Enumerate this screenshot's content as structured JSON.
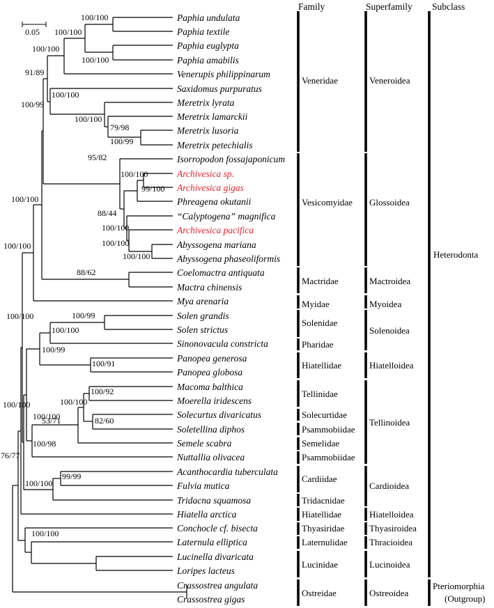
{
  "headers": {
    "family": "Family",
    "superfamily": "Superfamily",
    "subclass": "Subclass"
  },
  "scale_label": "0.05",
  "colors": {
    "highlight": "#e3242b",
    "line": "#000000"
  },
  "taxa": [
    {
      "name": "Paphia undulata",
      "highlight": false
    },
    {
      "name": "Paphia textile",
      "highlight": false
    },
    {
      "name": "Paphia euglypta",
      "highlight": false
    },
    {
      "name": "Paphia amabilis",
      "highlight": false
    },
    {
      "name": "Venerupis philippinarum",
      "highlight": false
    },
    {
      "name": "Saxidomus purpuratus",
      "highlight": false
    },
    {
      "name": "Meretrix lyrata",
      "highlight": false
    },
    {
      "name": "Meretrix lamarckii",
      "highlight": false
    },
    {
      "name": "Meretrix lusoria",
      "highlight": false
    },
    {
      "name": "Meretrix petechialis",
      "highlight": false
    },
    {
      "name": "Isorropodon fossajaponicum",
      "highlight": false
    },
    {
      "name": "Archivesica sp.",
      "highlight": true
    },
    {
      "name": "Archivesica gigas",
      "highlight": true
    },
    {
      "name": "Phreagena okutanii",
      "highlight": false
    },
    {
      "name": "“Calyptogena” magnifica",
      "highlight": false
    },
    {
      "name": "Archivesica pacifica",
      "highlight": true
    },
    {
      "name": "Abyssogena mariana",
      "highlight": false
    },
    {
      "name": "Abyssogena phaseoliformis",
      "highlight": false
    },
    {
      "name": "Coelomactra antiquata",
      "highlight": false
    },
    {
      "name": "Mactra chinensis",
      "highlight": false
    },
    {
      "name": "Mya arenaria",
      "highlight": false
    },
    {
      "name": "Solen grandis",
      "highlight": false
    },
    {
      "name": "Solen strictus",
      "highlight": false
    },
    {
      "name": "Sinonovacula constricta",
      "highlight": false
    },
    {
      "name": "Panopea generosa",
      "highlight": false
    },
    {
      "name": "Panopea globosa",
      "highlight": false
    },
    {
      "name": "Macoma balthica",
      "highlight": false
    },
    {
      "name": "Moerella iridescens",
      "highlight": false
    },
    {
      "name": "Solecurtus divaricatus",
      "highlight": false
    },
    {
      "name": "Soletellina diphos",
      "highlight": false
    },
    {
      "name": "Semele scabra",
      "highlight": false
    },
    {
      "name": "Nuttallia olivacea",
      "highlight": false
    },
    {
      "name": "Acanthocardia tuberculata",
      "highlight": false
    },
    {
      "name": "Fulvia mutica",
      "highlight": false
    },
    {
      "name": "Tridacna squamosa",
      "highlight": false
    },
    {
      "name": "Hiatella arctica",
      "highlight": false
    },
    {
      "name": "Conchocle cf. bisecta",
      "highlight": false
    },
    {
      "name": "Laternula elliptica",
      "highlight": false
    },
    {
      "name": "Lucinella divaricata",
      "highlight": false
    },
    {
      "name": "Loripes lacteus",
      "highlight": false
    },
    {
      "name": "Crassostrea angulata",
      "highlight": false
    },
    {
      "name": "Crassostrea gigas",
      "highlight": false
    }
  ],
  "support_values": [
    "100/100",
    "100/100",
    "100/100",
    "100/100",
    "91/89",
    "100/100",
    "79/98",
    "100/100",
    "100/99",
    "100/99",
    "100/100",
    "99/100",
    "95/82",
    "88/44",
    "100/100",
    "100/100",
    "100/100",
    "100/100",
    "88/62",
    "100/100",
    "100/100",
    "100/99",
    "100/100",
    "100/99",
    "100/91",
    "100/92",
    "100/100",
    "100/100",
    "82/60",
    "53/71",
    "100/98",
    "100/100",
    "76/77",
    "99/99",
    "100/100",
    "100/100"
  ],
  "families": [
    "Veneridae",
    "Vesicomyidae",
    "Mactridae",
    "Myidae",
    "Solenidae",
    "Pharidae",
    "Hiatellidae",
    "Tellinidae",
    "Solecurtidae",
    "Psammobiidae",
    "Semelidae",
    "Psammobiidae",
    "Cardiidae",
    "Tridacnidae",
    "Hiatellidae",
    "Thyasiridae",
    "Laternulidae",
    "Lucinidae",
    "Ostreidae"
  ],
  "superfamilies": [
    "Veneroidea",
    "Glossoidea",
    "Mactroidea",
    "Myoidea",
    "Solenoidea",
    "Hiatelloidea",
    "Tellinoidea",
    "Cardioidea",
    "Hiatelloidea",
    "Thyasiroidea",
    "Thracioidea",
    "Lucinoidea",
    "Ostreoidea"
  ],
  "subclasses": [
    "Heterodonta",
    "Pteriomorphia",
    "(Outgroup)"
  ]
}
